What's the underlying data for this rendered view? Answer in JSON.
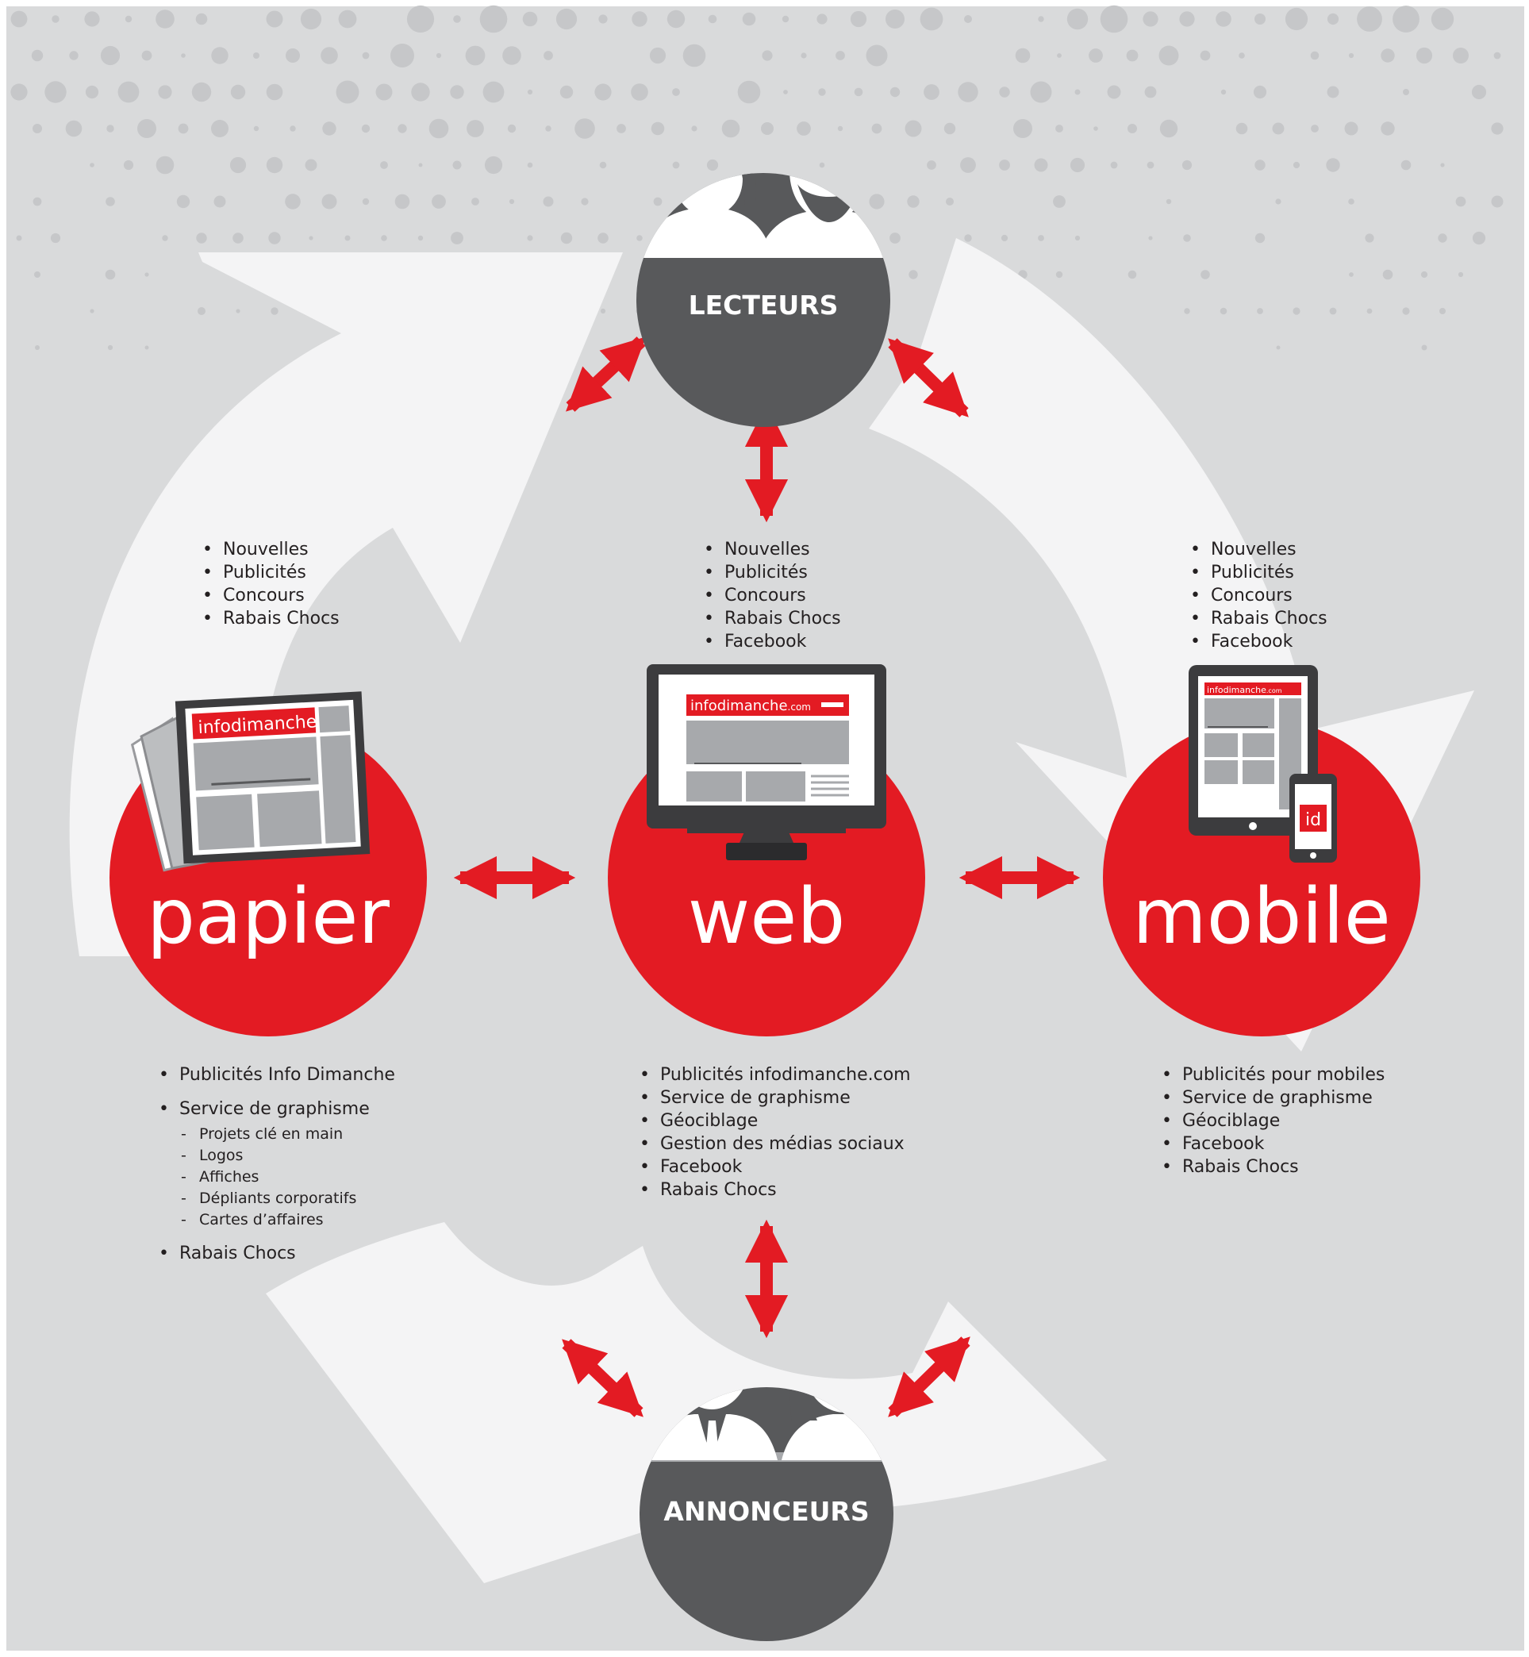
{
  "colors": {
    "panel_bg": "#d9dadb",
    "dot": "#c6c7c9",
    "cycle_arrow": "#f4f4f5",
    "red": "#e31b23",
    "dark": "#58595b",
    "person_head": "#a7a9ac",
    "text": "#231f20",
    "device_frame": "#3c3c3e",
    "screen_placeholder": "#a7a9ac"
  },
  "audience_nodes": {
    "top": {
      "label": "LECTEURS",
      "icon": "readers-couple-icon"
    },
    "bottom": {
      "label": "ANNONCEURS",
      "icon": "advertisers-couple-icon"
    }
  },
  "channels": [
    {
      "key": "papier",
      "title": "papier",
      "icon": "newspaper-icon",
      "brand": "infodimanche",
      "brand_suffix": "",
      "readers": [
        "Nouvelles",
        "Publicités",
        "Concours",
        "Rabais Chocs"
      ],
      "advertisers": [
        {
          "label": "Publicités Info Dimanche"
        },
        {
          "label": "Service de graphisme",
          "sub": [
            "Projets clé en main",
            "Logos",
            "Affiches",
            "Dépliants corporatifs",
            "Cartes d’affaires"
          ]
        },
        {
          "label": "Rabais Chocs"
        }
      ]
    },
    {
      "key": "web",
      "title": "web",
      "icon": "desktop-monitor-icon",
      "brand": "infodimanche",
      "brand_suffix": ".com",
      "readers": [
        "Nouvelles",
        "Publicités",
        "Concours",
        "Rabais Chocs",
        "Facebook"
      ],
      "advertisers": [
        {
          "label": "Publicités infodimanche.com"
        },
        {
          "label": "Service de graphisme"
        },
        {
          "label": "Géociblage"
        },
        {
          "label": "Gestion des médias sociaux"
        },
        {
          "label": "Facebook"
        },
        {
          "label": "Rabais Chocs"
        }
      ]
    },
    {
      "key": "mobile",
      "title": "mobile",
      "icon": "tablet-and-phone-icon",
      "brand": "infodimanche",
      "brand_suffix": ".com",
      "app_badge": "id",
      "readers": [
        "Nouvelles",
        "Publicités",
        "Concours",
        "Rabais Chocs",
        "Facebook"
      ],
      "advertisers": [
        {
          "label": "Publicités pour mobiles"
        },
        {
          "label": "Service de graphisme"
        },
        {
          "label": "Géociblage"
        },
        {
          "label": "Facebook"
        },
        {
          "label": "Rabais Chocs"
        }
      ]
    }
  ]
}
